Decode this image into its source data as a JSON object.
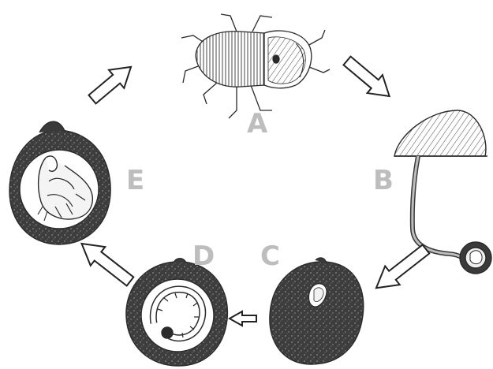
{
  "diagram": {
    "stages": [
      {
        "label": "A",
        "subject": "adult-beetle"
      },
      {
        "label": "B",
        "subject": "dung-mound-with-brood-ball"
      },
      {
        "label": "C",
        "subject": "brood-ball-with-egg"
      },
      {
        "label": "D",
        "subject": "brood-ball-with-larva"
      },
      {
        "label": "E",
        "subject": "brood-ball-with-pupa"
      }
    ],
    "colors": {
      "label": "#bdbdbd",
      "ink": "#2a2a2a",
      "dark_fill": "#3a3a3a",
      "hatch": "#555555",
      "arrow_fill": "#ffffff",
      "arrow_stroke": "#222222"
    }
  }
}
